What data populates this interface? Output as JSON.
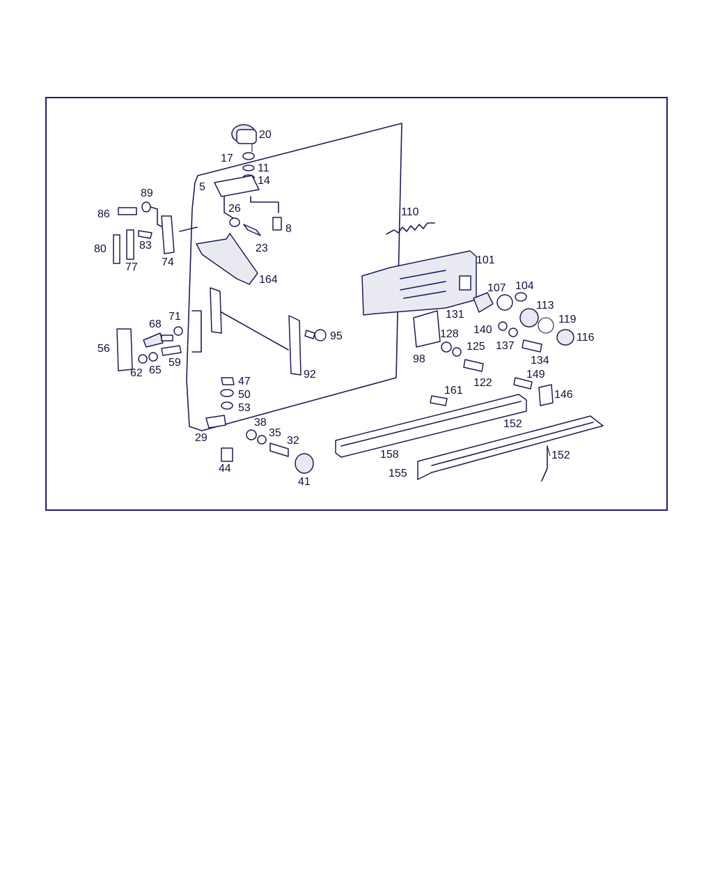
{
  "diagram": {
    "colors": {
      "line": "#1a1a5a",
      "frame": "#1c1c6e",
      "background": "#ffffff"
    },
    "labels": [
      {
        "id": "p20",
        "text": "20"
      },
      {
        "id": "p17",
        "text": "17"
      },
      {
        "id": "p11",
        "text": "11"
      },
      {
        "id": "p5",
        "text": "5"
      },
      {
        "id": "p14",
        "text": "14"
      },
      {
        "id": "p89",
        "text": "89"
      },
      {
        "id": "p86",
        "text": "86"
      },
      {
        "id": "p26",
        "text": "26"
      },
      {
        "id": "p8",
        "text": "8"
      },
      {
        "id": "p80",
        "text": "80"
      },
      {
        "id": "p83",
        "text": "83"
      },
      {
        "id": "p23",
        "text": "23"
      },
      {
        "id": "p77",
        "text": "77"
      },
      {
        "id": "p74",
        "text": "74"
      },
      {
        "id": "p110",
        "text": "110"
      },
      {
        "id": "p164",
        "text": "164"
      },
      {
        "id": "p101",
        "text": "101"
      },
      {
        "id": "p107",
        "text": "107"
      },
      {
        "id": "p104",
        "text": "104"
      },
      {
        "id": "p113",
        "text": "113"
      },
      {
        "id": "p71",
        "text": "71"
      },
      {
        "id": "p131",
        "text": "131"
      },
      {
        "id": "p119",
        "text": "119"
      },
      {
        "id": "p68",
        "text": "68"
      },
      {
        "id": "p140",
        "text": "140"
      },
      {
        "id": "p95",
        "text": "95"
      },
      {
        "id": "p116",
        "text": "116"
      },
      {
        "id": "p128",
        "text": "128"
      },
      {
        "id": "p137",
        "text": "137"
      },
      {
        "id": "p56",
        "text": "56"
      },
      {
        "id": "p125",
        "text": "125"
      },
      {
        "id": "p59",
        "text": "59"
      },
      {
        "id": "p134",
        "text": "134"
      },
      {
        "id": "p98",
        "text": "98"
      },
      {
        "id": "p62",
        "text": "62"
      },
      {
        "id": "p65",
        "text": "65"
      },
      {
        "id": "p92",
        "text": "92"
      },
      {
        "id": "p149",
        "text": "149"
      },
      {
        "id": "p122",
        "text": "122"
      },
      {
        "id": "p47",
        "text": "47"
      },
      {
        "id": "p161",
        "text": "161"
      },
      {
        "id": "p146",
        "text": "146"
      },
      {
        "id": "p50",
        "text": "50"
      },
      {
        "id": "p53",
        "text": "53"
      },
      {
        "id": "p152a",
        "text": "152"
      },
      {
        "id": "p38",
        "text": "38"
      },
      {
        "id": "p35",
        "text": "35"
      },
      {
        "id": "p29",
        "text": "29"
      },
      {
        "id": "p32",
        "text": "32"
      },
      {
        "id": "p152b",
        "text": "152"
      },
      {
        "id": "p158",
        "text": "158"
      },
      {
        "id": "p44",
        "text": "44"
      },
      {
        "id": "p155",
        "text": "155"
      },
      {
        "id": "p41",
        "text": "41"
      }
    ]
  }
}
